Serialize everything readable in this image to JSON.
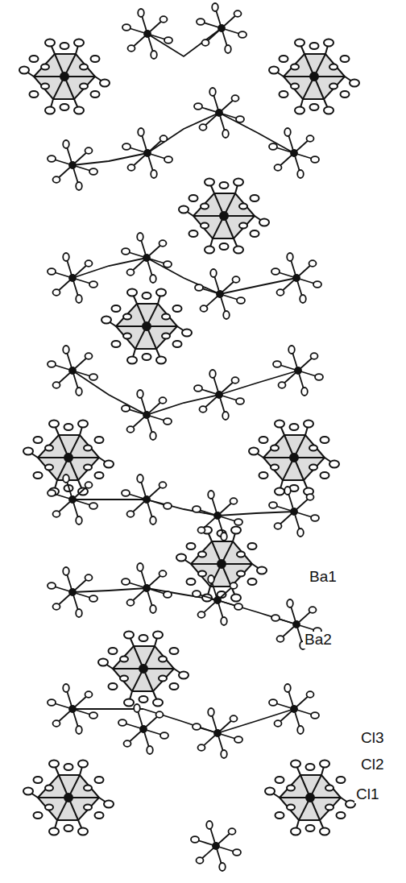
{
  "diagram": {
    "labels": [
      "Ba1",
      "Ba2",
      "Cl3",
      "Cl2",
      "Cl1"
    ]
  }
}
